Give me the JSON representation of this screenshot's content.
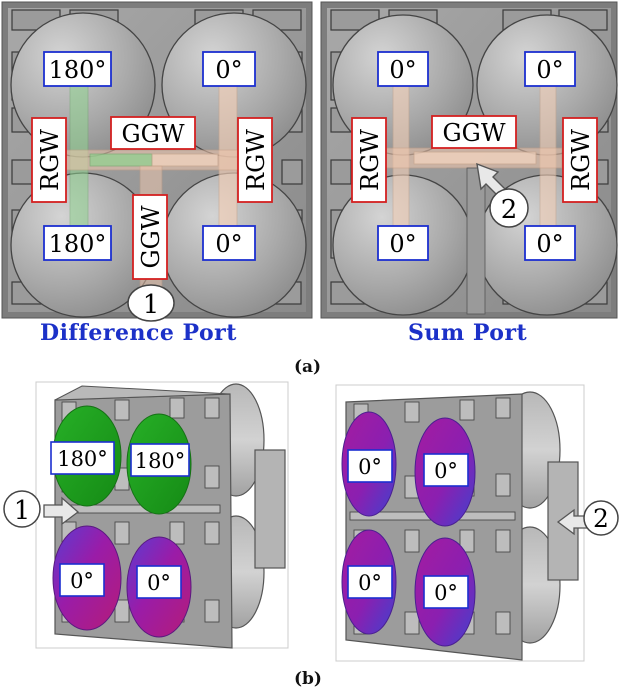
{
  "panel_a": {
    "left": {
      "phase_top_left": "180°",
      "phase_top_right": "0°",
      "phase_bottom_left": "180°",
      "phase_bottom_right": "0°",
      "rgw_left": "RGW",
      "rgw_right": "RGW",
      "ggw_horizontal": "GGW",
      "ggw_vertical": "GGW",
      "port_marker": "1",
      "port_label": "Difference Port"
    },
    "right": {
      "phase_top_left": "0°",
      "phase_top_right": "0°",
      "phase_bottom_left": "0°",
      "phase_bottom_right": "0°",
      "rgw_left": "RGW",
      "rgw_right": "RGW",
      "ggw_horizontal": "GGW",
      "port_marker": "2",
      "port_label": "Sum Port"
    },
    "caption": "(a)"
  },
  "panel_b": {
    "left": {
      "phase_top_left": "180°",
      "phase_top_right": "180°",
      "phase_bottom_left": "0°",
      "phase_bottom_right": "0°",
      "port_marker": "1"
    },
    "right": {
      "phase_top_left": "0°",
      "phase_top_right": "0°",
      "phase_bottom_left": "0°",
      "phase_bottom_right": "0°",
      "port_marker": "2"
    },
    "caption": "(b)"
  },
  "colors": {
    "label_border_phase": "#1c2fd0",
    "label_border_guide": "#d42020",
    "port_text": "#1c31c8",
    "field_green": "#1fa01f",
    "field_purple": "#9a1ca8",
    "field_blue": "#4a38c8"
  }
}
